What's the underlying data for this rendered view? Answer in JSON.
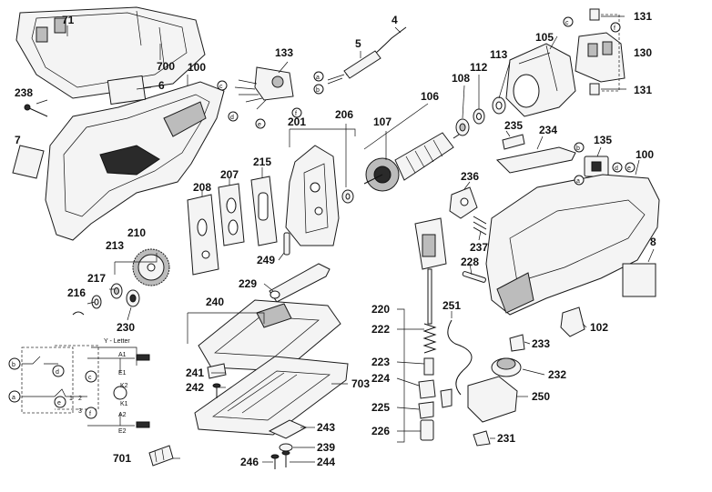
{
  "diagram": {
    "labels": {
      "p71": "71",
      "p700": "700",
      "p100a": "100",
      "p238": "238",
      "p6": "6",
      "p7": "7",
      "p133": "133",
      "p4": "4",
      "p5": "5",
      "p105": "105",
      "p131a": "131",
      "p130": "130",
      "p131b": "131",
      "p113": "113",
      "p112": "112",
      "p108": "108",
      "p106": "106",
      "p107": "107",
      "p201": "201",
      "p206": "206",
      "p215": "215",
      "p207": "207",
      "p208": "208",
      "p210": "210",
      "p213": "213",
      "p217": "217",
      "p216": "216",
      "p230": "230",
      "p249": "249",
      "p229": "229",
      "p235": "235",
      "p234": "234",
      "p135": "135",
      "p100b": "100",
      "p8": "8",
      "p236": "236",
      "p237": "237",
      "p228": "228",
      "p240": "240",
      "p241": "241",
      "p242": "242",
      "p703": "703",
      "p220": "220",
      "p222": "222",
      "p251": "251",
      "p223": "223",
      "p224": "224",
      "p225": "225",
      "p226": "226",
      "p102": "102",
      "p233": "233",
      "p232": "232",
      "p250": "250",
      "p231": "231",
      "p243": "243",
      "p239": "239",
      "p244": "244",
      "p246": "246",
      "p701": "701"
    },
    "letters": {
      "a": "a",
      "b": "b",
      "c": "c",
      "d": "d",
      "e": "e",
      "f": "f"
    },
    "wiring": {
      "y_letter": "Y - Letter",
      "a1": "A1",
      "e1": "E1",
      "k2": "K2",
      "k1": "K1",
      "a2": "A2",
      "e2": "E2",
      "n1": "1",
      "n2": "2",
      "n3": "3"
    }
  }
}
